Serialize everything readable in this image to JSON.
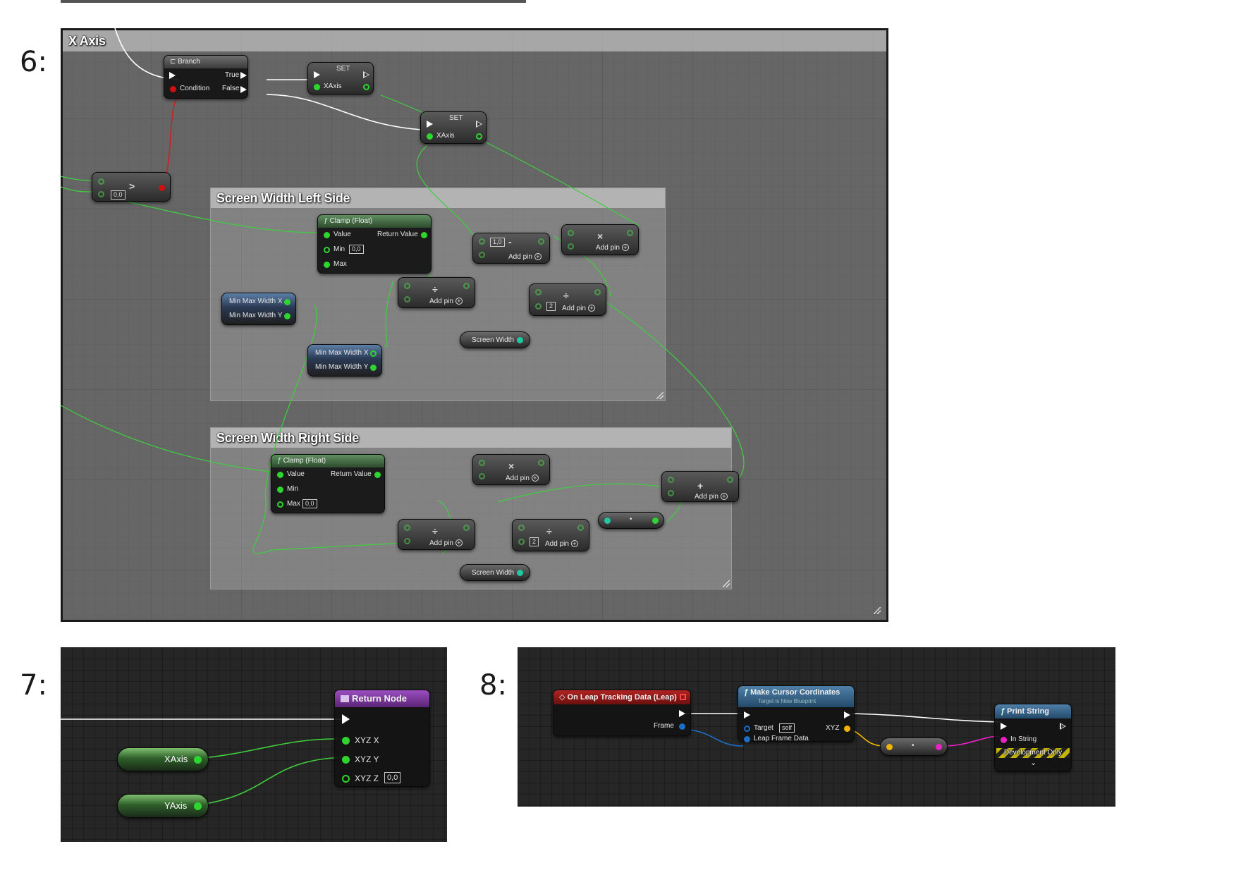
{
  "labels": {
    "step6": "6:",
    "step7": "7:",
    "step8": "8:"
  },
  "panel6": {
    "main_comment": "X Axis",
    "left_comment": "Screen Width Left Side",
    "right_comment": "Screen Width Right Side",
    "branch": {
      "title": "Branch",
      "condition": "Condition",
      "true_label": "True",
      "false_label": "False"
    },
    "set1": {
      "title": "SET",
      "var": "XAxis"
    },
    "set2": {
      "title": "SET",
      "var": "XAxis"
    },
    "compare": {
      "op": ">",
      "value": "0,0"
    },
    "clamp_left": {
      "title": "Clamp (Float)",
      "value": "Value",
      "min": "Min",
      "min_value": "0,0",
      "max": "Max",
      "return": "Return Value"
    },
    "clamp_right": {
      "title": "Clamp (Float)",
      "value": "Value",
      "min": "Min",
      "max": "Max",
      "max_value": "0,0",
      "return": "Return Value"
    },
    "add_pin": "Add pin",
    "subtract_value": "1,0",
    "divide_value_left": "2",
    "divide_value_right": "2",
    "var_min_max_x": "Min Max Width X",
    "var_min_max_y": "Min Max Width Y",
    "screen_width": "Screen Width",
    "op_multiply": "×",
    "op_divide": "÷",
    "op_add": "+",
    "op_subtract": "-",
    "op_dot": "•"
  },
  "panel7": {
    "return_node": "Return Node",
    "pins": [
      "XYZ X",
      "XYZ Y",
      "XYZ Z"
    ],
    "z_value": "0,0",
    "var_x": "XAxis",
    "var_y": "YAxis"
  },
  "panel8": {
    "event": {
      "title": "On Leap Tracking Data (Leap)",
      "frame": "Frame"
    },
    "make_cursor": {
      "title": "Make Cursor Cordinates",
      "subtitle": "Target is New Blueprint",
      "target": "Target",
      "target_value": "self",
      "leap_frame": "Leap Frame Data",
      "xyz": "XYZ"
    },
    "print_string": {
      "title": "Print String",
      "in_string": "In String",
      "dev_only": "Development Only",
      "expand": "⌄"
    },
    "conv_dot": "•"
  },
  "colors": {
    "exec": "#ffffff",
    "float_pin": "#2fd52f",
    "struct_pin": "#1a6ec7",
    "vector_pin": "#f0b400",
    "string_pin": "#ee20c8",
    "bool_pin": "#cc1111",
    "return_node_header": "#9b4fc0",
    "event_header": "#b22424",
    "function_header": "#4f7fa8"
  }
}
